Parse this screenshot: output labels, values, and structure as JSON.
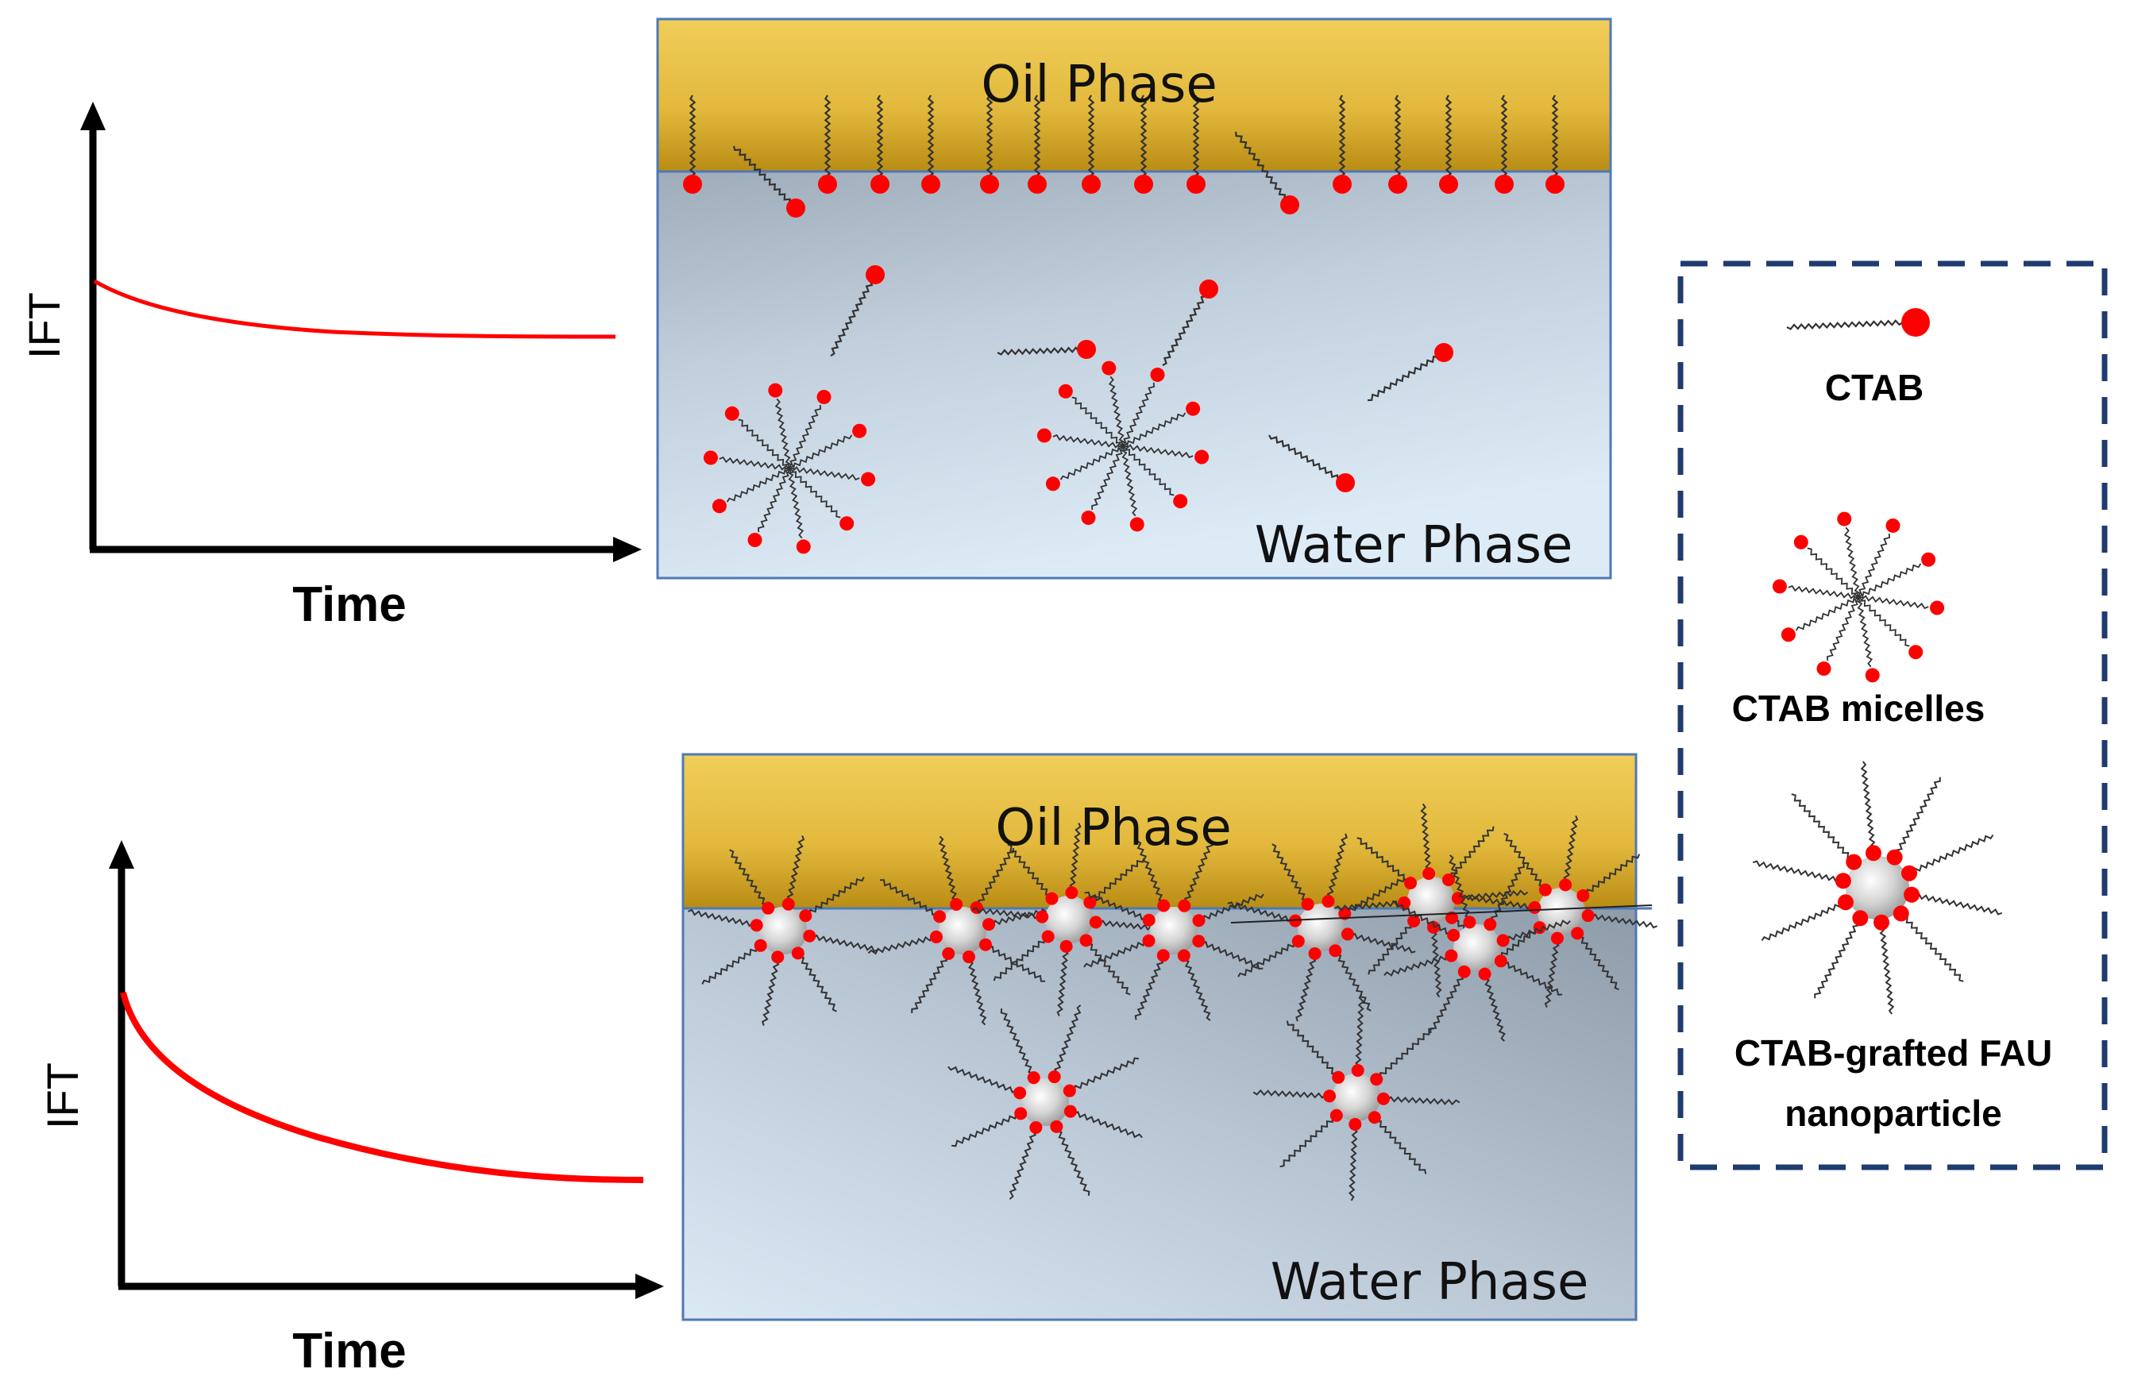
{
  "plots": [
    {
      "id": "top",
      "ylabel": "IFT",
      "xlabel": "Time",
      "curve_shape": "slow gradual decrease"
    },
    {
      "id": "bottom",
      "ylabel": "IFT",
      "xlabel": "Time",
      "curve_shape": "sharp decrease then plateau"
    }
  ],
  "scenes": {
    "top": {
      "oil_label": "Oil Phase",
      "water_label": "Water Phase"
    },
    "bottom": {
      "oil_label": "Oil Phase",
      "water_label": "Water Phase"
    }
  },
  "legend": {
    "items": [
      {
        "label_lines": [
          "CTAB"
        ]
      },
      {
        "label_lines": [
          "CTAB micelles"
        ]
      },
      {
        "label_lines": [
          "CTAB-grafted FAU",
          "nanoparticle"
        ]
      }
    ]
  },
  "colors": {
    "oil": "#E7C24A",
    "oil_dark": "#B98C14",
    "water_top": "#A8B4C2",
    "water_bottom": "#DDEBF6",
    "border": "#4E79B6",
    "head": "#FF0000",
    "curve": "#FF0000",
    "legend_border": "#1F3B70"
  }
}
